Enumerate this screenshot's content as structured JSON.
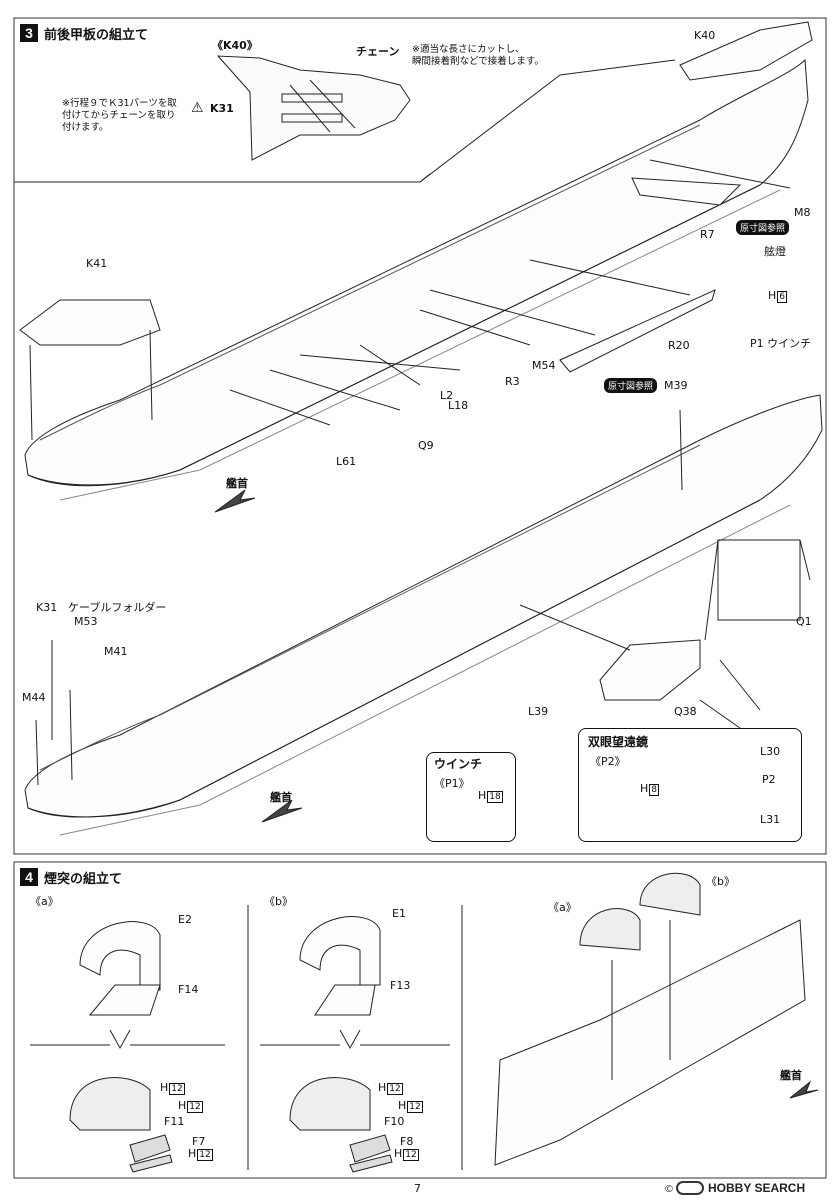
{
  "step3": {
    "number": "3",
    "title": "前後甲板の組立て",
    "k40_inset": {
      "title": "《K40》",
      "chain_label": "チェーン",
      "k31_label": "K31",
      "note_left": [
        "※行程９でＫ31パーツを取",
        "付けてからチェーンを取り",
        "付けます。"
      ],
      "note_right": [
        "※適当な長さにカットし、",
        "瞬間接着剤などで接着します。"
      ]
    },
    "labels": {
      "k40": "K40",
      "k41": "K41",
      "m8": "M8",
      "r7": "R7",
      "genzu1": "原寸図参照",
      "funatou": "舷燈",
      "h6_letter": "H",
      "h6_num": "6",
      "r20": "R20",
      "p1_winch": "P1 ウインチ",
      "m54": "M54",
      "r3": "R3",
      "l2": "L2",
      "l18": "L18",
      "q9": "Q9",
      "l61": "L61",
      "genzu2": "原寸図参照",
      "m39": "M39",
      "bow1": "艦首",
      "q1": "Q1",
      "k31": "K31",
      "cable_holder": "ケーブルフォルダー",
      "m53": "M53",
      "m41": "M41",
      "m44": "M44",
      "l39": "L39",
      "q38": "Q38",
      "bow2": "艦首"
    },
    "winch_inset": {
      "title": "ウインチ",
      "part": "《P1》",
      "h_letter": "H",
      "h_num": "18"
    },
    "binocular_inset": {
      "title": "双眼望遠鏡",
      "part": "《P2》",
      "h_letter": "H",
      "h_num": "8",
      "l30": "L30",
      "p2": "P2",
      "l31": "L31"
    }
  },
  "step4": {
    "number": "4",
    "title": "煙突の組立て",
    "a_label": "《a》",
    "b_label": "《b》",
    "a_parts": {
      "e2": "E2",
      "f14": "F14",
      "h": "H",
      "h12": "12",
      "f11": "F11",
      "f7": "F7"
    },
    "b_parts": {
      "e1": "E1",
      "f13": "F13",
      "h": "H",
      "h12": "12",
      "f10": "F10",
      "f8": "F8"
    },
    "right": {
      "a": "《a》",
      "b": "《b》",
      "bow": "艦首"
    }
  },
  "footer": {
    "page_number": "7",
    "watermark": "HOBBY SEARCH",
    "copyright": "©"
  }
}
